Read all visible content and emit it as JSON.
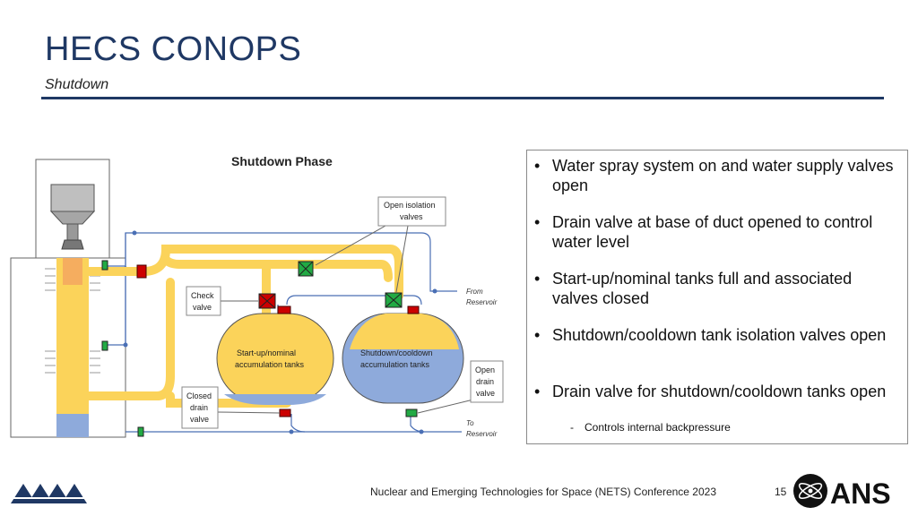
{
  "slide": {
    "title": "HECS CONOPS",
    "subtitle": "Shutdown",
    "footer": "Nuclear and Emerging Technologies for Space (NETS) Conference 2023",
    "page_number": "15",
    "logo_text": "ANS"
  },
  "diagram": {
    "title": "Shutdown Phase",
    "labels": {
      "open_isolation_1": "Open isolation",
      "open_isolation_2": "valves",
      "check_1": "Check",
      "check_2": "valve",
      "closed_drain_1": "Closed",
      "closed_drain_2": "drain",
      "closed_drain_3": "valve",
      "open_drain_1": "Open",
      "open_drain_2": "drain",
      "open_drain_3": "valve",
      "tank1_1": "Start-up/nominal",
      "tank1_2": "accumulation tanks",
      "tank2_1": "Shutdown/cooldown",
      "tank2_2": "accumulation tanks",
      "from_1": "From",
      "from_2": "Reservoir",
      "to_1": "To",
      "to_2": "Reservoir"
    }
  },
  "bullets": [
    {
      "text": "Water spray system on and water supply valves open"
    },
    {
      "text": "Drain valve at base of duct opened to control water level"
    },
    {
      "text": "Start-up/nominal tanks full and associated valves closed"
    },
    {
      "text": "Shutdown/cooldown tank isolation valves open"
    },
    {
      "text": "Drain valve for shutdown/cooldown tanks open"
    }
  ],
  "sub_bullet": "Controls internal backpressure",
  "colors": {
    "title": "#1f3864",
    "pipe": "#fbd35a",
    "water": "#8eaadb",
    "valve_closed": "#cc0000",
    "valve_open": "#22aa44",
    "line": "#4a6fb5"
  }
}
